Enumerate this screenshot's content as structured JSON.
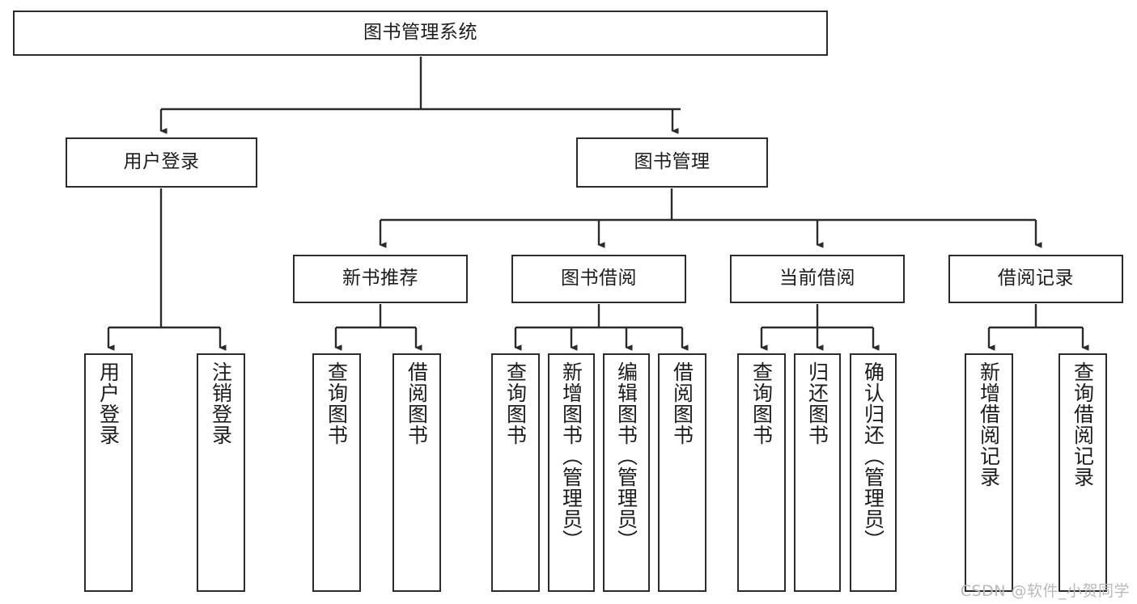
{
  "diagram": {
    "title": "图书管理系统",
    "type": "tree-hierarchy-chart",
    "root": {
      "id": "root",
      "label": "图书管理系统"
    },
    "level2": [
      {
        "id": "user-login",
        "label": "用户登录"
      },
      {
        "id": "book-management",
        "label": "图书管理"
      }
    ],
    "level3": [
      {
        "id": "new-book-recommend",
        "label": "新书推荐"
      },
      {
        "id": "book-borrow",
        "label": "图书借阅"
      },
      {
        "id": "current-borrow",
        "label": "当前借阅"
      },
      {
        "id": "borrow-record",
        "label": "借阅记录"
      }
    ],
    "leaves": {
      "user_login": [
        {
          "id": "leaf-user-login",
          "label": "用户登录"
        },
        {
          "id": "leaf-logout-login",
          "label": "注销登录"
        }
      ],
      "new_book_recommend": [
        {
          "id": "leaf-query-book-1",
          "label": "查询图书"
        },
        {
          "id": "leaf-borrow-book-1",
          "label": "借阅图书"
        }
      ],
      "book_borrow": [
        {
          "id": "leaf-query-book-2",
          "label": "查询图书"
        },
        {
          "id": "leaf-add-book",
          "label": "新增图书（管理员）"
        },
        {
          "id": "leaf-edit-book",
          "label": "编辑图书（管理员）"
        },
        {
          "id": "leaf-borrow-book-2",
          "label": "借阅图书"
        }
      ],
      "current_borrow": [
        {
          "id": "leaf-query-book-3",
          "label": "查询图书"
        },
        {
          "id": "leaf-return-book",
          "label": "归还图书"
        },
        {
          "id": "leaf-confirm-return",
          "label": "确认归还（管理员）"
        }
      ],
      "borrow_record": [
        {
          "id": "leaf-add-borrow-record",
          "label": "新增借阅记录"
        },
        {
          "id": "leaf-query-borrow-record",
          "label": "查询借阅记录"
        }
      ]
    }
  },
  "watermark": {
    "text": "CSDN @软件_小贺同学"
  },
  "colors": {
    "stroke": "#2b2b2b",
    "fill": "#ffffff",
    "text": "#1c1c1c",
    "watermark": "#b9b9b9"
  }
}
